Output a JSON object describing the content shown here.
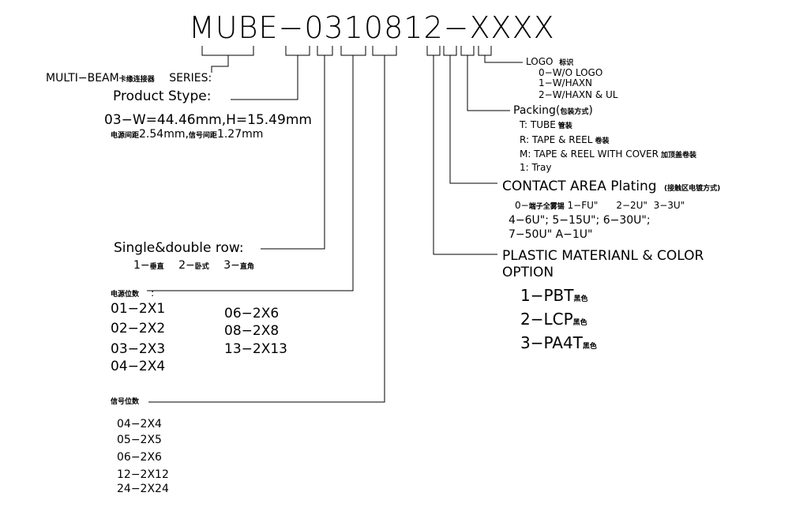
{
  "part_code": {
    "prefix": "MUBE",
    "dash1": "−",
    "d1": "0",
    "d2": "3",
    "d3": "1",
    "d4": "0",
    "d5": "8",
    "d6": "1",
    "d7": "2",
    "dash2": "−",
    "x1": "X",
    "x2": "X",
    "x3": "X",
    "x4": "X"
  },
  "series": {
    "label": "MULTI−BEAM",
    "label_cn": "卡缘连接器",
    "suffix": "SERIES:"
  },
  "product_type": {
    "label": "Product Stype:",
    "line1": "03−W=44.46mm,H=15.49mm",
    "line2_cn_a": "电源间距",
    "line2_a": "2.54mm,",
    "line2_cn_b": "信号间距",
    "line2_b": "1.27mm"
  },
  "row_type": {
    "label": "Single&double row:",
    "opt1": "1−",
    "opt1_cn": "垂直",
    "opt2": "2−",
    "opt2_cn": "卧式",
    "opt3": "3−",
    "opt3_cn": "直角"
  },
  "power_positions": {
    "label_cn": "电源位数",
    "colon": ":",
    "col1": [
      "01−2X1",
      "02−2X2",
      "03−2X3",
      "04−2X4"
    ],
    "col2": [
      "06−2X6",
      "08−2X8",
      "13−2X13"
    ]
  },
  "signal_positions": {
    "label_cn": "信号位数",
    "items": [
      "04−2X4",
      "05−2X5",
      "06−2X6",
      "12−2X12",
      "24−2X24"
    ]
  },
  "logo": {
    "label": "LOGO",
    "label_cn": "标识",
    "items": [
      "0−W/O LOGO",
      "1−W/HAXN",
      "2−W/HAXN & UL"
    ]
  },
  "packing": {
    "label": "Packing(",
    "label_cn": "包装方式",
    "label_end": ")",
    "items": [
      {
        "text": "T: TUBE",
        "cn": "管装"
      },
      {
        "text": "R: TAPE & REEL",
        "cn": "卷装"
      },
      {
        "text": "M: TAPE & REEL WITH COVER",
        "cn": "加顶盖卷装"
      },
      {
        "text": "1: Tray",
        "cn": ""
      }
    ]
  },
  "contact": {
    "label": "CONTACT AREA Plating",
    "label_cn": "(接触区电镀方式)",
    "row1_a": "0−",
    "row1_cn": "端子全雾锡",
    "row1_b": "1−FU\"      2−2U\"  3−3U\"",
    "row2": "4−6U\";  5−15U\";  6−30U\";",
    "row3": "7−50U\"  A−1U\""
  },
  "plastic": {
    "line1": "PLASTIC MATERIANL & COLOR",
    "line2": "OPTION",
    "items": [
      {
        "text": "1−PBT",
        "cn": "黑色"
      },
      {
        "text": "2−LCP",
        "cn": "黑色"
      },
      {
        "text": "3−PA4T",
        "cn": "黑色"
      }
    ]
  }
}
